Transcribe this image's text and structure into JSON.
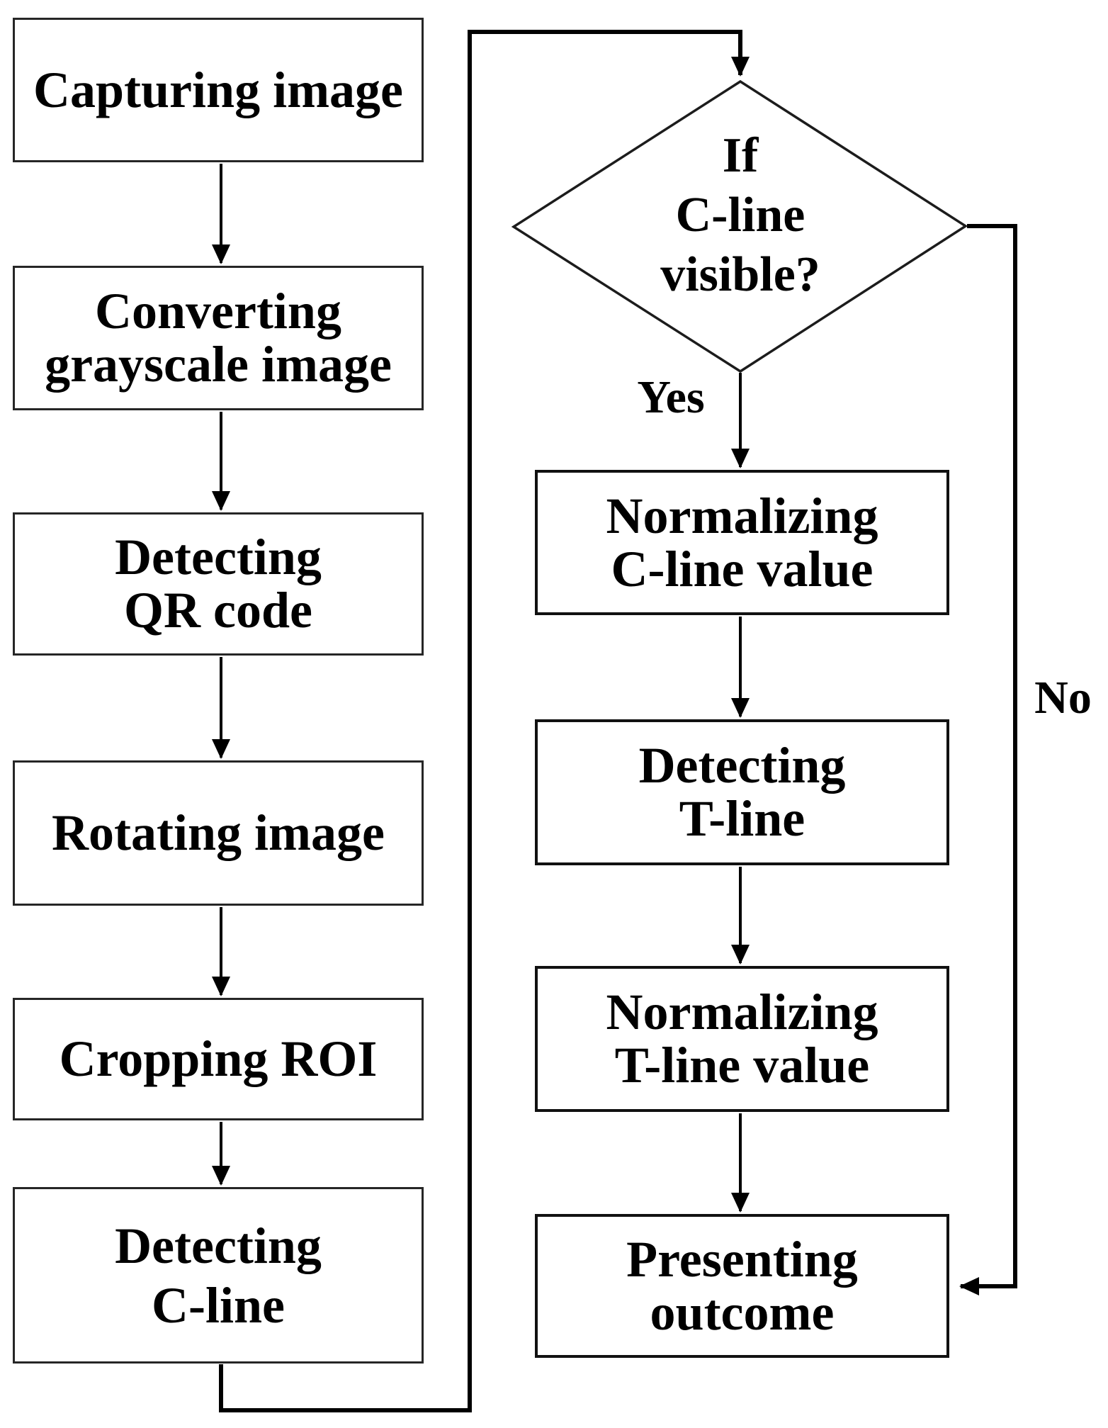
{
  "boxes": {
    "capturing": [
      "Capturing image"
    ],
    "converting": [
      "Converting",
      "grayscale image"
    ],
    "detecting_qr": [
      "Detecting",
      "QR code"
    ],
    "rotating": [
      "Rotating image"
    ],
    "cropping": [
      "Cropping ROI"
    ],
    "detecting_c": [
      "Detecting",
      "C-line"
    ],
    "normalizing_c": [
      "Normalizing",
      "C-line value"
    ],
    "detecting_t": [
      "Detecting",
      "T-line"
    ],
    "normalizing_t": [
      "Normalizing",
      "T-line value"
    ],
    "presenting": [
      "Presenting",
      "outcome"
    ]
  },
  "decision": [
    "If",
    "C-line",
    "visible?"
  ],
  "branch_labels": {
    "yes": "Yes",
    "no": "No"
  },
  "colors": {
    "background": "#ffffff",
    "box_border": "#262626",
    "line": "#000000",
    "text": "#000000"
  }
}
